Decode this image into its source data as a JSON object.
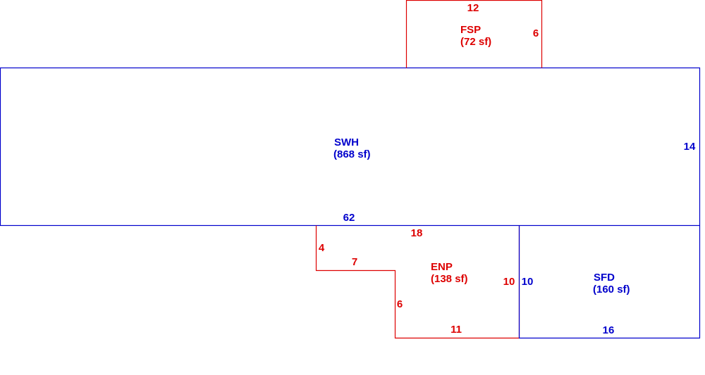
{
  "colors": {
    "blue": "#0000cc",
    "red": "#dd0000",
    "background": "#ffffff"
  },
  "areas": {
    "fsp": {
      "code": "FSP",
      "area": "(72 sf)",
      "dims": {
        "top": "12",
        "right": "6"
      }
    },
    "swh": {
      "code": "SWH",
      "area": "(868 sf)",
      "dims": {
        "bottom": "62",
        "right": "14"
      }
    },
    "enp": {
      "code": "ENP",
      "area": "(138 sf)",
      "dims": {
        "top": "18",
        "left": "4",
        "step_top": "7",
        "step_left": "6",
        "bottom": "11",
        "right": "10"
      }
    },
    "sfd": {
      "code": "SFD",
      "area": "(160 sf)",
      "dims": {
        "left": "10",
        "bottom": "16"
      }
    }
  }
}
